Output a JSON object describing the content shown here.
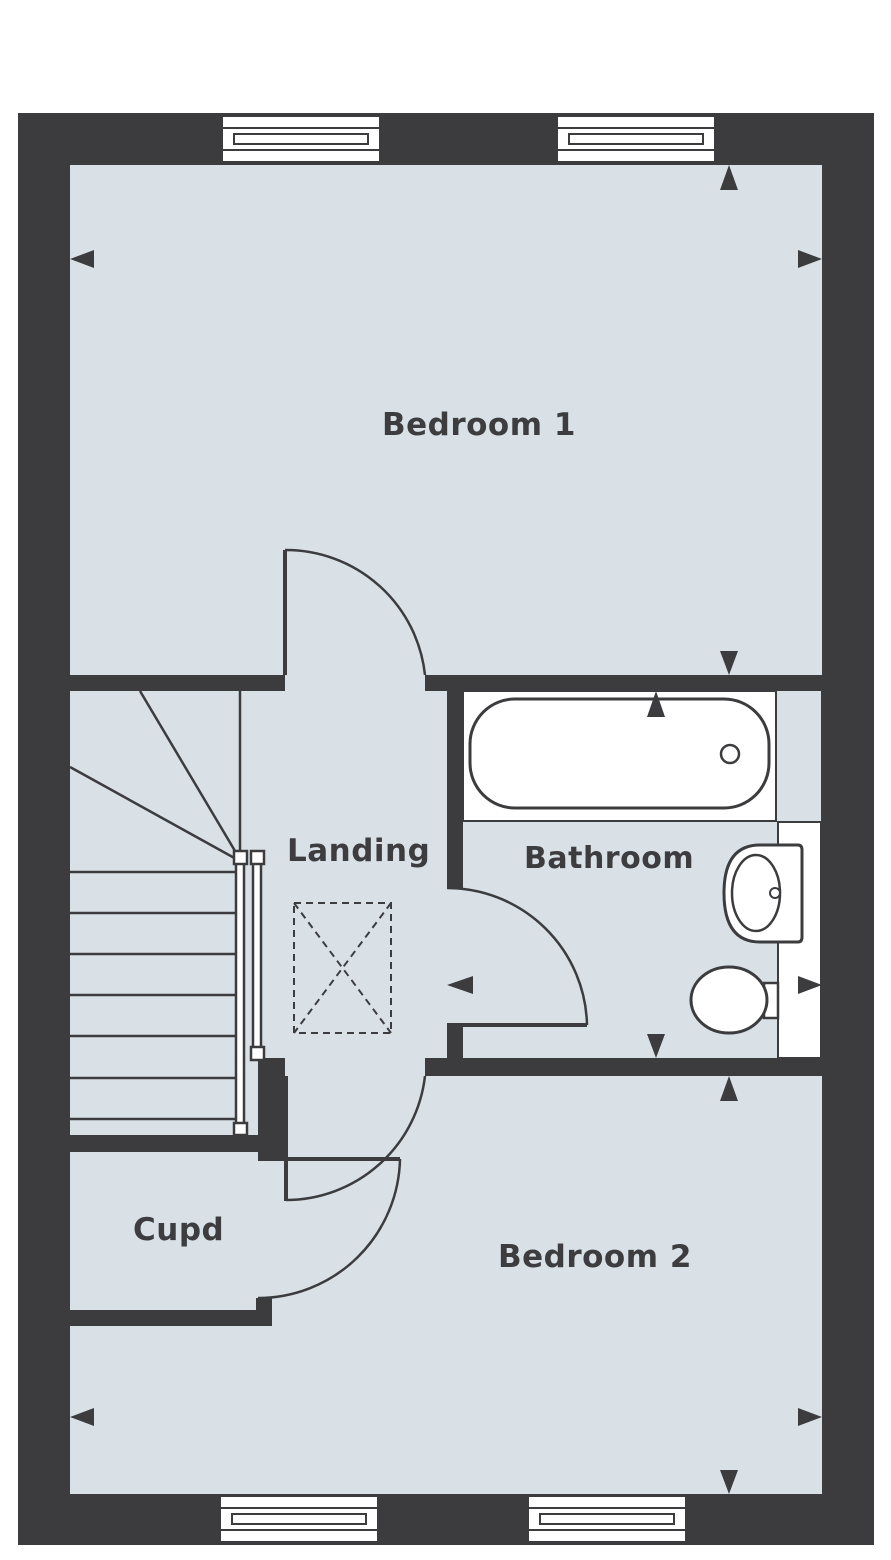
{
  "colors": {
    "wall": "#3c3c3f",
    "floor": "#d9e1e7",
    "fixture": "#ffffff",
    "line": "#3c3c3f",
    "text": "#3d3d40"
  },
  "rooms": {
    "bedroom1": "Bedroom 1",
    "landing": "Landing",
    "bathroom": "Bathroom",
    "cupd": "Cupd",
    "bedroom2": "Bedroom 2"
  },
  "icons": {
    "dimension_marker": "triangle-arrow",
    "loft_hatch": "dashed-box-with-cross",
    "window": "window-symbol",
    "door": "door-swing-arc"
  }
}
